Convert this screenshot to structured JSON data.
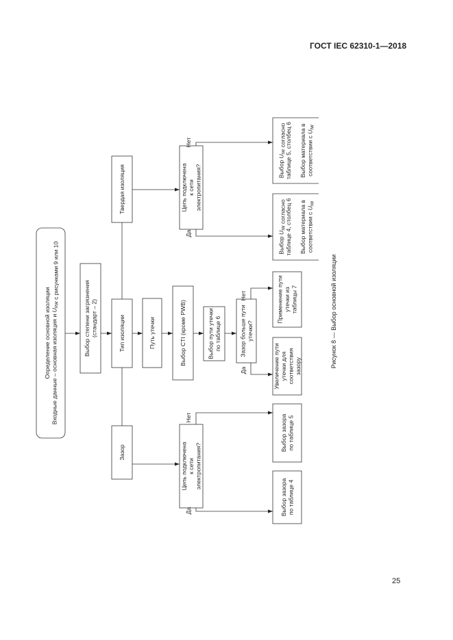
{
  "header": {
    "document_code": "ГОСТ IEC 62310-1—2018"
  },
  "page_number": "25",
  "figure": {
    "caption": "Рисунок 8 — Выбор основной изоляции",
    "boxes": {
      "start": [
        "Определение основной изоляции",
        "Входные данные – основная изоляция и U_RW с рисунками 9 или 10"
      ],
      "pollution": [
        "Выбор степени загрязнения",
        "(стандарт – 2)"
      ],
      "insulation_type": [
        "Тип изоляции"
      ],
      "solid": [
        "Твердая изоляция"
      ],
      "clearance": [
        "Зазор"
      ],
      "creepage": [
        "Путь утечки"
      ],
      "cti": [
        "Выбор CTI (кроме PWB)"
      ],
      "creepage_table6": [
        "Выбор пути утечки",
        "по таблице 6"
      ],
      "clearance_gt_creepage": [
        "Зазор больше пути",
        "утечки?"
      ],
      "apply_table7": [
        "Применение пути",
        "утечки из",
        "таблицы 7"
      ],
      "increase_creepage": [
        "Увеличение пути",
        "утечки для",
        "соответствия",
        "зазору"
      ],
      "mains_solid": [
        "Цепь подключена",
        "к сети",
        "электропитания?"
      ],
      "solid_no": [
        "Выбор U_IW согласно",
        "таблице 5, столбец 6",
        "",
        "Выбор материала в",
        "соответствии с U_IW"
      ],
      "solid_yes": [
        "Выбор U_IW согласно",
        "таблице 4, столбец 6",
        "",
        "Выбор материала в",
        "соответствии с U_IW"
      ],
      "mains_clearance": [
        "Цепь подключена",
        "к сети",
        "электропитания?"
      ],
      "clearance_table5": [
        "Выбор зазора",
        "по таблице 5"
      ],
      "clearance_table4": [
        "Выбор зазора",
        "по таблице 4"
      ]
    },
    "labels": {
      "yes": "Да",
      "no": "Нет"
    }
  }
}
